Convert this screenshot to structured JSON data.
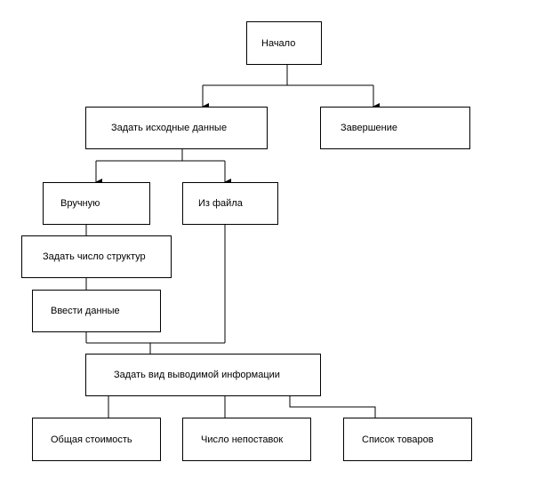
{
  "nodes": {
    "start": "Начало",
    "input": "Задать исходные данные",
    "finish": "Завершение",
    "manual": "Вручную",
    "file": "Из файла",
    "count": "Задать число структур",
    "enter": "Ввести данные",
    "output": "Задать вид выводимой информации",
    "total": "Общая стоимость",
    "shortfalls": "Число непоставок",
    "goods": "Список товаров"
  }
}
